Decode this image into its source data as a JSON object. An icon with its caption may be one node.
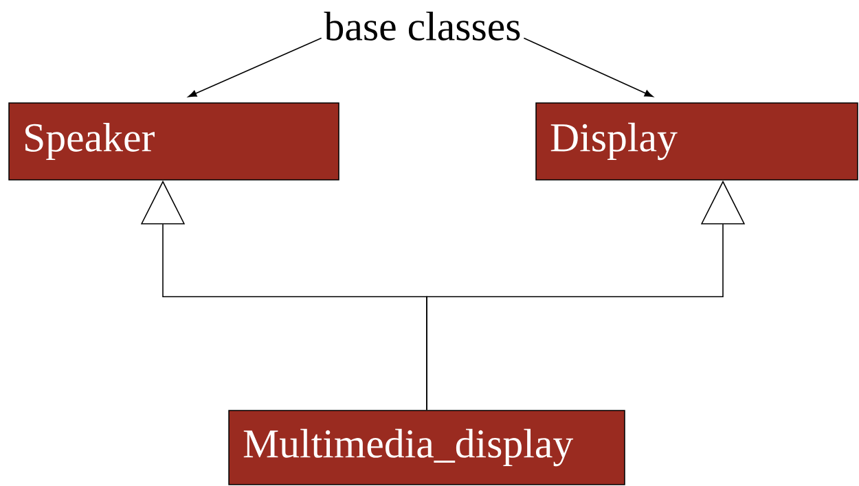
{
  "diagram": {
    "nodes": [
      {
        "text": [
          "base classes"
        ]
      },
      {
        "text": [
          "Speaker"
        ]
      },
      {
        "text": [
          "Display"
        ]
      },
      {
        "text": [
          "Multimedia_display"
        ]
      }
    ],
    "edges": [
      {
        "from": 0,
        "to": 1,
        "arrow": "to"
      },
      {
        "from": 0,
        "to": 2,
        "arrow": "to"
      },
      {
        "from": 3,
        "to": 1,
        "arrow": "to"
      },
      {
        "from": 3,
        "to": 2,
        "arrow": "to"
      }
    ]
  }
}
